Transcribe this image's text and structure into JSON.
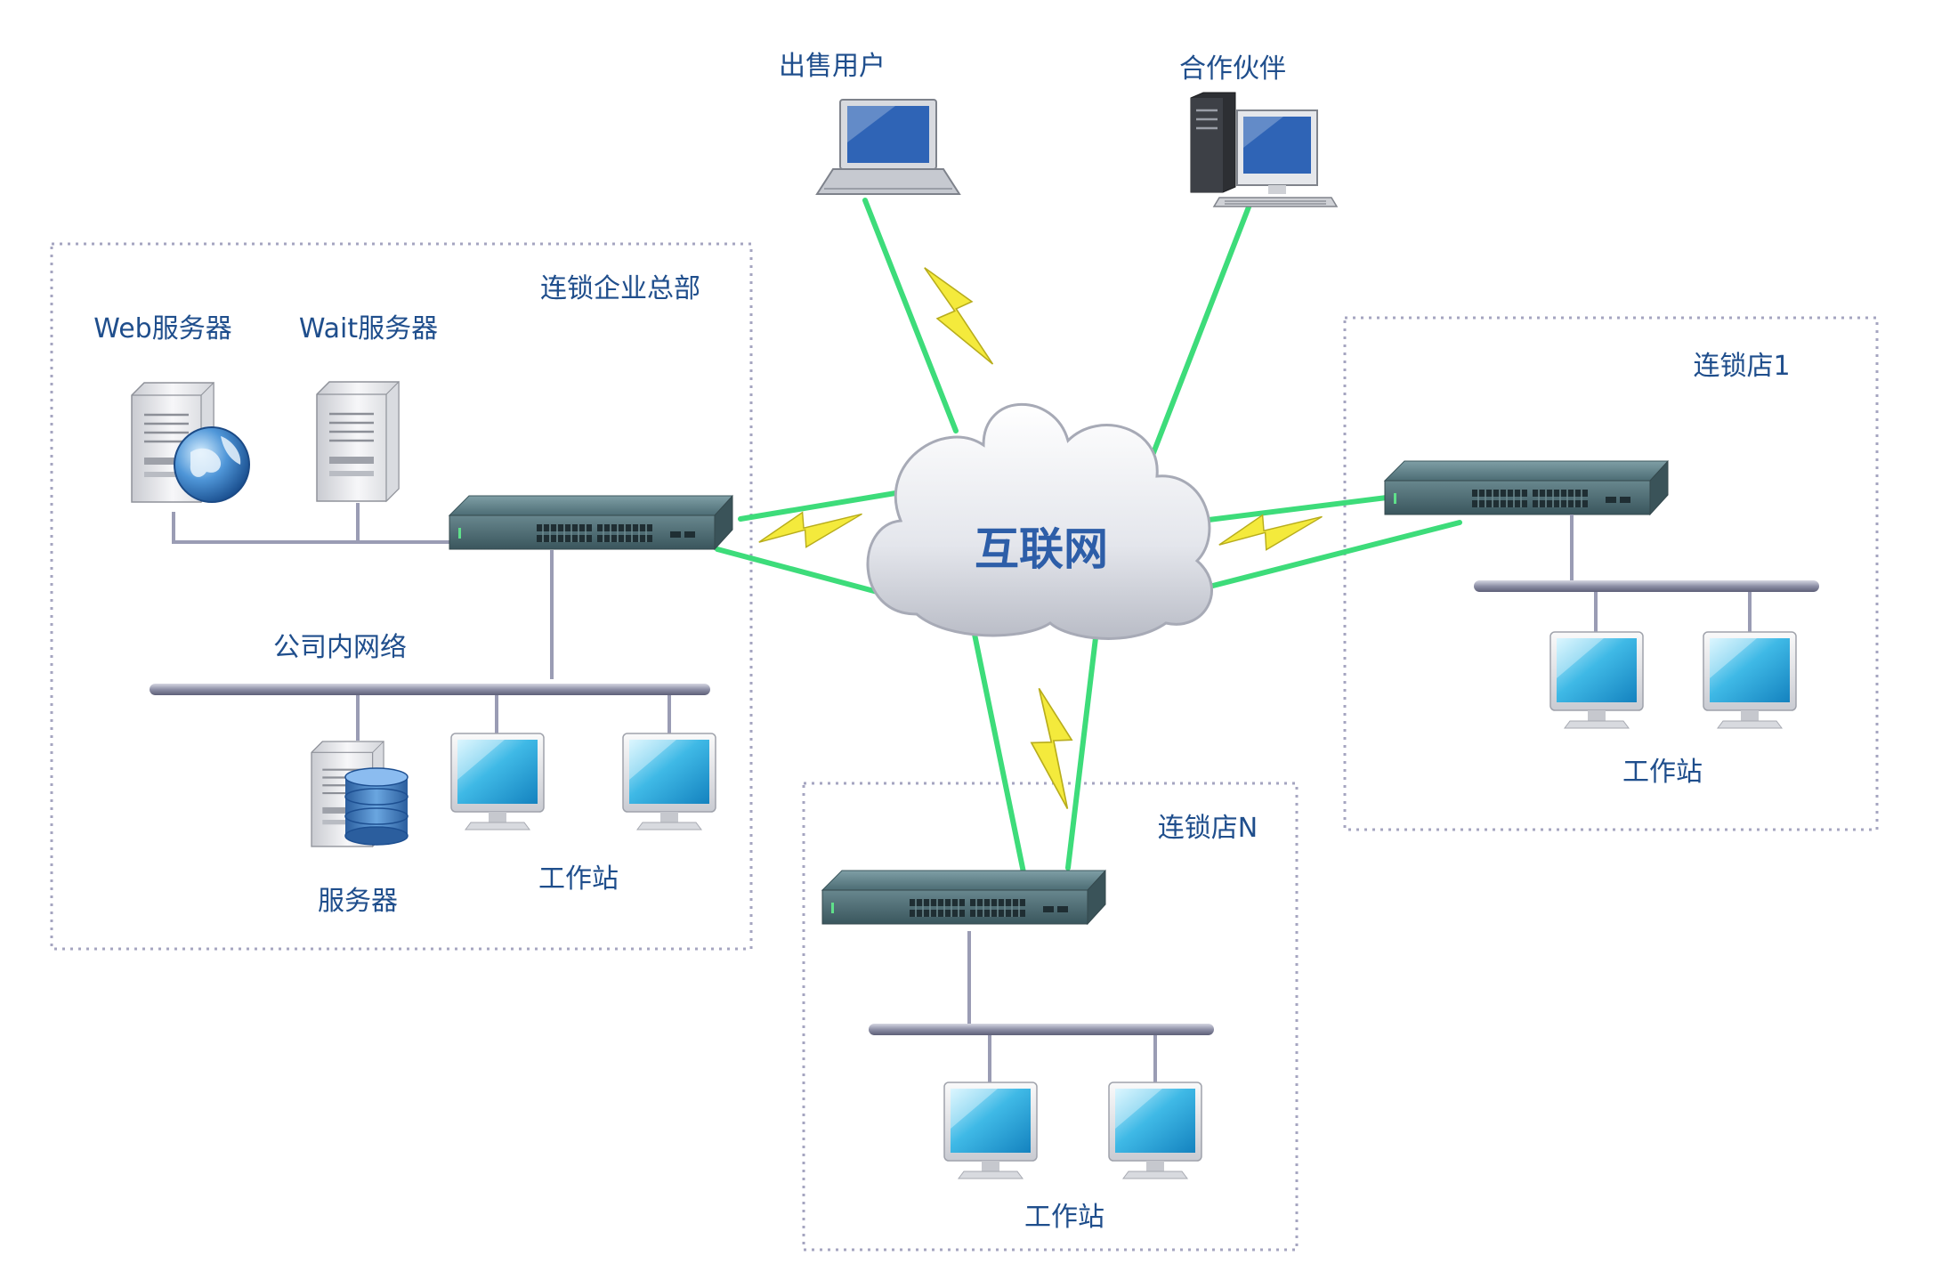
{
  "nodes": {
    "internet": "互联网",
    "seller_users": "出售用户",
    "partners": "合作伙伴"
  },
  "hq": {
    "title": "连锁企业总部",
    "web_server": "Web服务器",
    "wait_server": "Wait服务器",
    "intranet": "公司内网络",
    "server": "服务器",
    "workstation": "工作站"
  },
  "store1": {
    "title": "连锁店1",
    "workstation": "工作站"
  },
  "storeN": {
    "title": "连锁店N",
    "workstation": "工作站"
  },
  "colors": {
    "label": "#1f4e8c",
    "link": "#3ddc7a",
    "bolt": "#f2e83a",
    "lan": "#9a9cb4",
    "border": "#a5a5c0"
  }
}
